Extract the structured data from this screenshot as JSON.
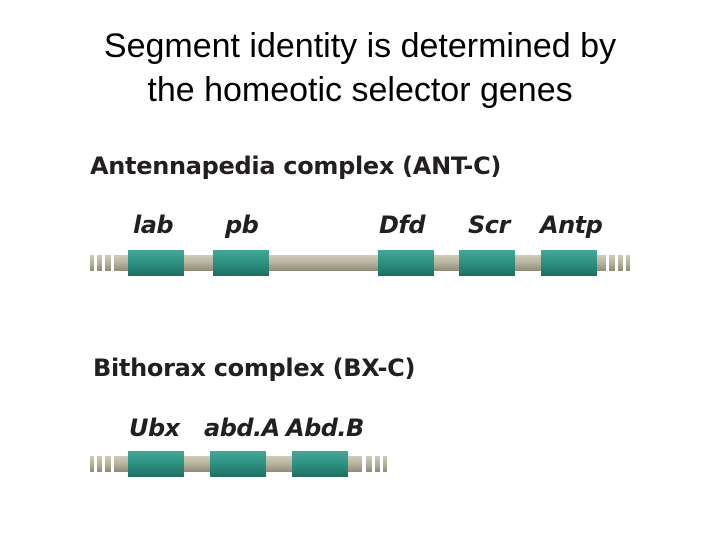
{
  "title": {
    "line1": "Segment identity is determined by",
    "line2": "the homeotic selector genes"
  },
  "colors": {
    "gene": "#2f9383",
    "gene_dark": "#1f6e62",
    "chromosome": "#b5b39e",
    "chromosome_edge": "#8e8c77",
    "text": "#231f20"
  },
  "antc": {
    "heading": "Antennapedia complex (ANT-C)",
    "genes": [
      "lab",
      "pb",
      "Dfd",
      "Scr",
      "Antp"
    ]
  },
  "bxc": {
    "heading": "Bithorax complex (BX-C)",
    "genes": [
      "Ubx",
      "abd.A",
      "Abd.B"
    ]
  }
}
